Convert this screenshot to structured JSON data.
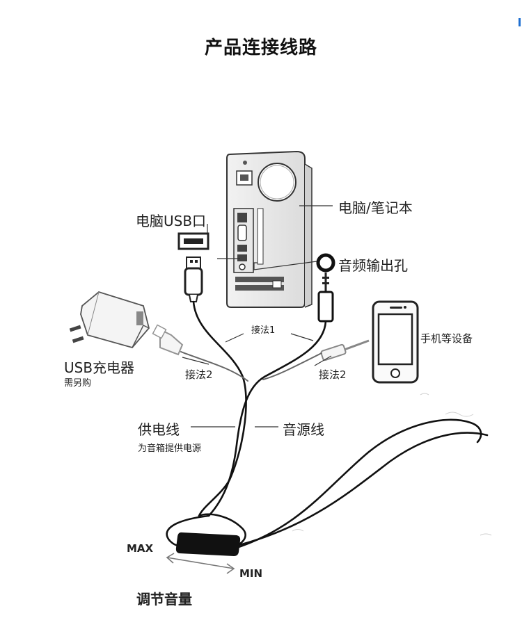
{
  "title": "产品连接线路",
  "labels": {
    "computer": "电脑/笔记本",
    "usb_port": "电脑USB口",
    "audio_out": "音频输出孔",
    "method1": "接法1",
    "method2_left": "接法2",
    "method2_right": "接法2",
    "phone": "手机等设备",
    "usb_charger": "USB充电器",
    "sold_separately": "需另购",
    "power_cable": "供电线",
    "power_desc": "为音箱提供电源",
    "audio_cable": "音源线",
    "max": "MAX",
    "min": "MIN",
    "volume": "调节音量"
  },
  "accent_color": "#1f6fd1"
}
